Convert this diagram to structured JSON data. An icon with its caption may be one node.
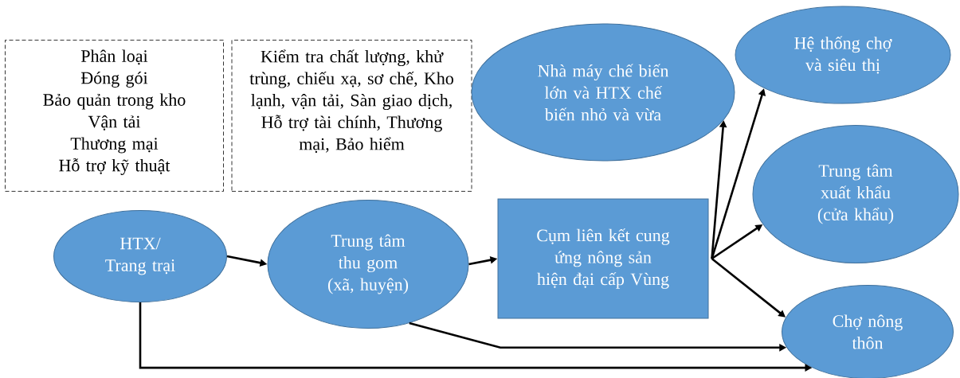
{
  "diagram": {
    "nodes": [
      {
        "text": [
          "Phân loại",
          "Đóng gói",
          "Bảo quản trong kho",
          "Vận tải",
          "Thương mại",
          "Hỗ trợ kỹ thuật"
        ]
      },
      {
        "text": [
          "Kiểm tra chất lượng, khử trùng, chiếu xạ, sơ chế, Kho lạnh, vận tải, Sàn giao dịch, Hỗ trợ tài chính, Thương mại, Bảo hiểm"
        ]
      },
      {
        "text": [
          "Nhà máy chế biến lớn và HTX chế biến nhỏ và vừa"
        ]
      },
      {
        "text": [
          "Hệ thống chợ và siêu thị"
        ]
      },
      {
        "text": [
          "HTX/ Trang trại"
        ]
      },
      {
        "text": [
          "Trung tâm thu gom (xã, huyện)"
        ]
      },
      {
        "text": [
          "Cụm liên kết cung ứng nông sản hiện đại cấp Vùng"
        ]
      },
      {
        "text": [
          "Trung tâm xuất khẩu (cửa khẩu)"
        ]
      },
      {
        "text": [
          "Chợ nông thôn"
        ]
      }
    ],
    "edges": [
      {
        "from": 4,
        "to": 5,
        "arrow": "to"
      },
      {
        "from": 5,
        "to": 6,
        "arrow": "to"
      },
      {
        "from": 6,
        "to": 2,
        "arrow": "to"
      },
      {
        "from": 6,
        "to": 3,
        "arrow": "to"
      },
      {
        "from": 6,
        "to": 7,
        "arrow": "to"
      },
      {
        "from": 6,
        "to": 8,
        "arrow": "to"
      },
      {
        "from": 5,
        "to": 8,
        "arrow": "to"
      },
      {
        "from": 4,
        "to": 8,
        "arrow": "to"
      }
    ]
  }
}
